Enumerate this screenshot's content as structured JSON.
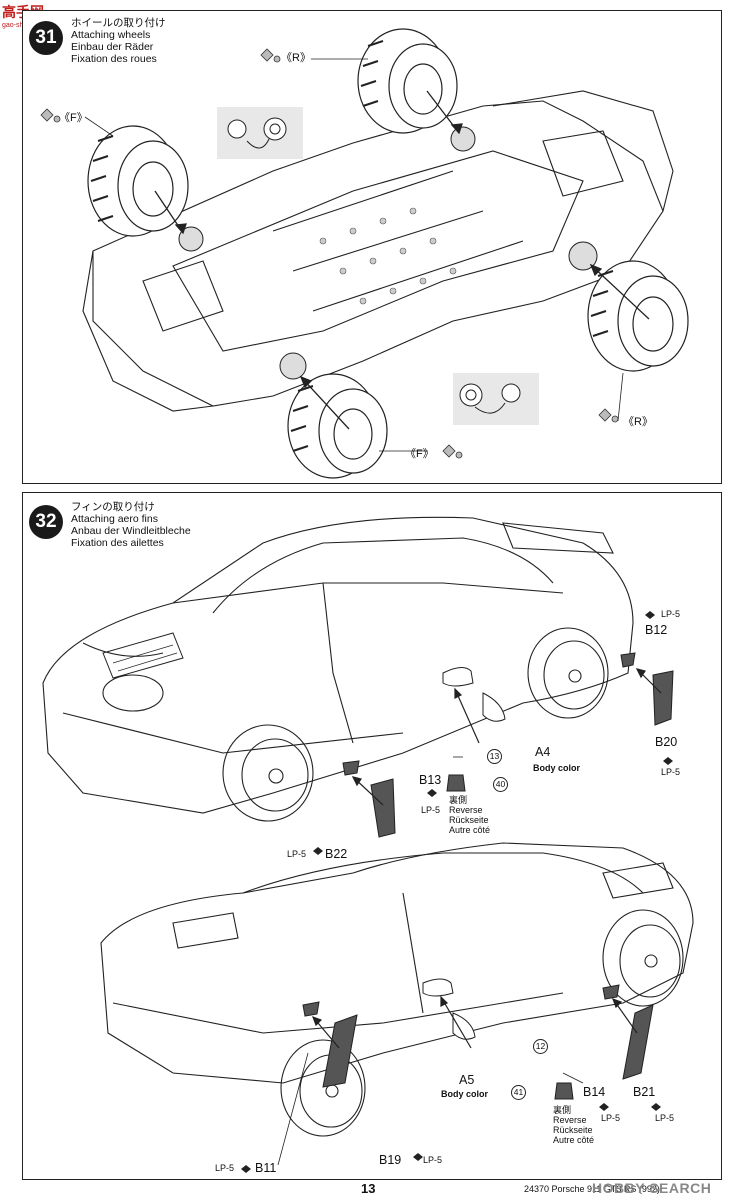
{
  "watermark": {
    "logo": "高手网",
    "url": "gao-shou.com",
    "search": "HOBBY SEARCH"
  },
  "step31": {
    "number": "31",
    "title_jp": "ホイールの取り付け",
    "title_en": "Attaching wheels",
    "title_de": "Einbau der Räder",
    "title_fr": "Fixation des roues",
    "label_r_top": "《R》",
    "label_f_left": "《F》",
    "label_r_right": "《R》",
    "label_f_bottom": "《F》"
  },
  "step32": {
    "number": "32",
    "title_jp": "フィンの取り付け",
    "title_en": "Attaching aero fins",
    "title_de": "Anbau der Windleitbleche",
    "title_fr": "Fixation des ailettes",
    "top": {
      "lp5_b12": "LP-5",
      "b12": "B12",
      "b20": "B20",
      "lp5_b20": "LP-5",
      "callout_13": "13",
      "a4": "A4",
      "a4_note": "Body color",
      "b13": "B13",
      "lp5_b13": "LP-5",
      "callout_40": "40",
      "reverse_jp": "裏側",
      "reverse_en": "Reverse",
      "reverse_de": "Rückseite",
      "reverse_fr": "Autre côté",
      "lp5_b22": "LP-5",
      "b22": "B22"
    },
    "bottom": {
      "callout_12": "12",
      "a5": "A5",
      "a5_note": "Body color",
      "callout_41": "41",
      "reverse_jp": "裏側",
      "reverse_en": "Reverse",
      "reverse_de": "Rückseite",
      "reverse_fr": "Autre côté",
      "b14": "B14",
      "lp5_b14": "LP-5",
      "b21": "B21",
      "lp5_b21": "LP-5",
      "lp5_b11": "LP-5",
      "b11": "B11",
      "b19": "B19",
      "lp5_b19": "LP-5"
    }
  },
  "footer": {
    "page": "13",
    "code": "24370  Porsche 911 GT3 RS (992)"
  }
}
